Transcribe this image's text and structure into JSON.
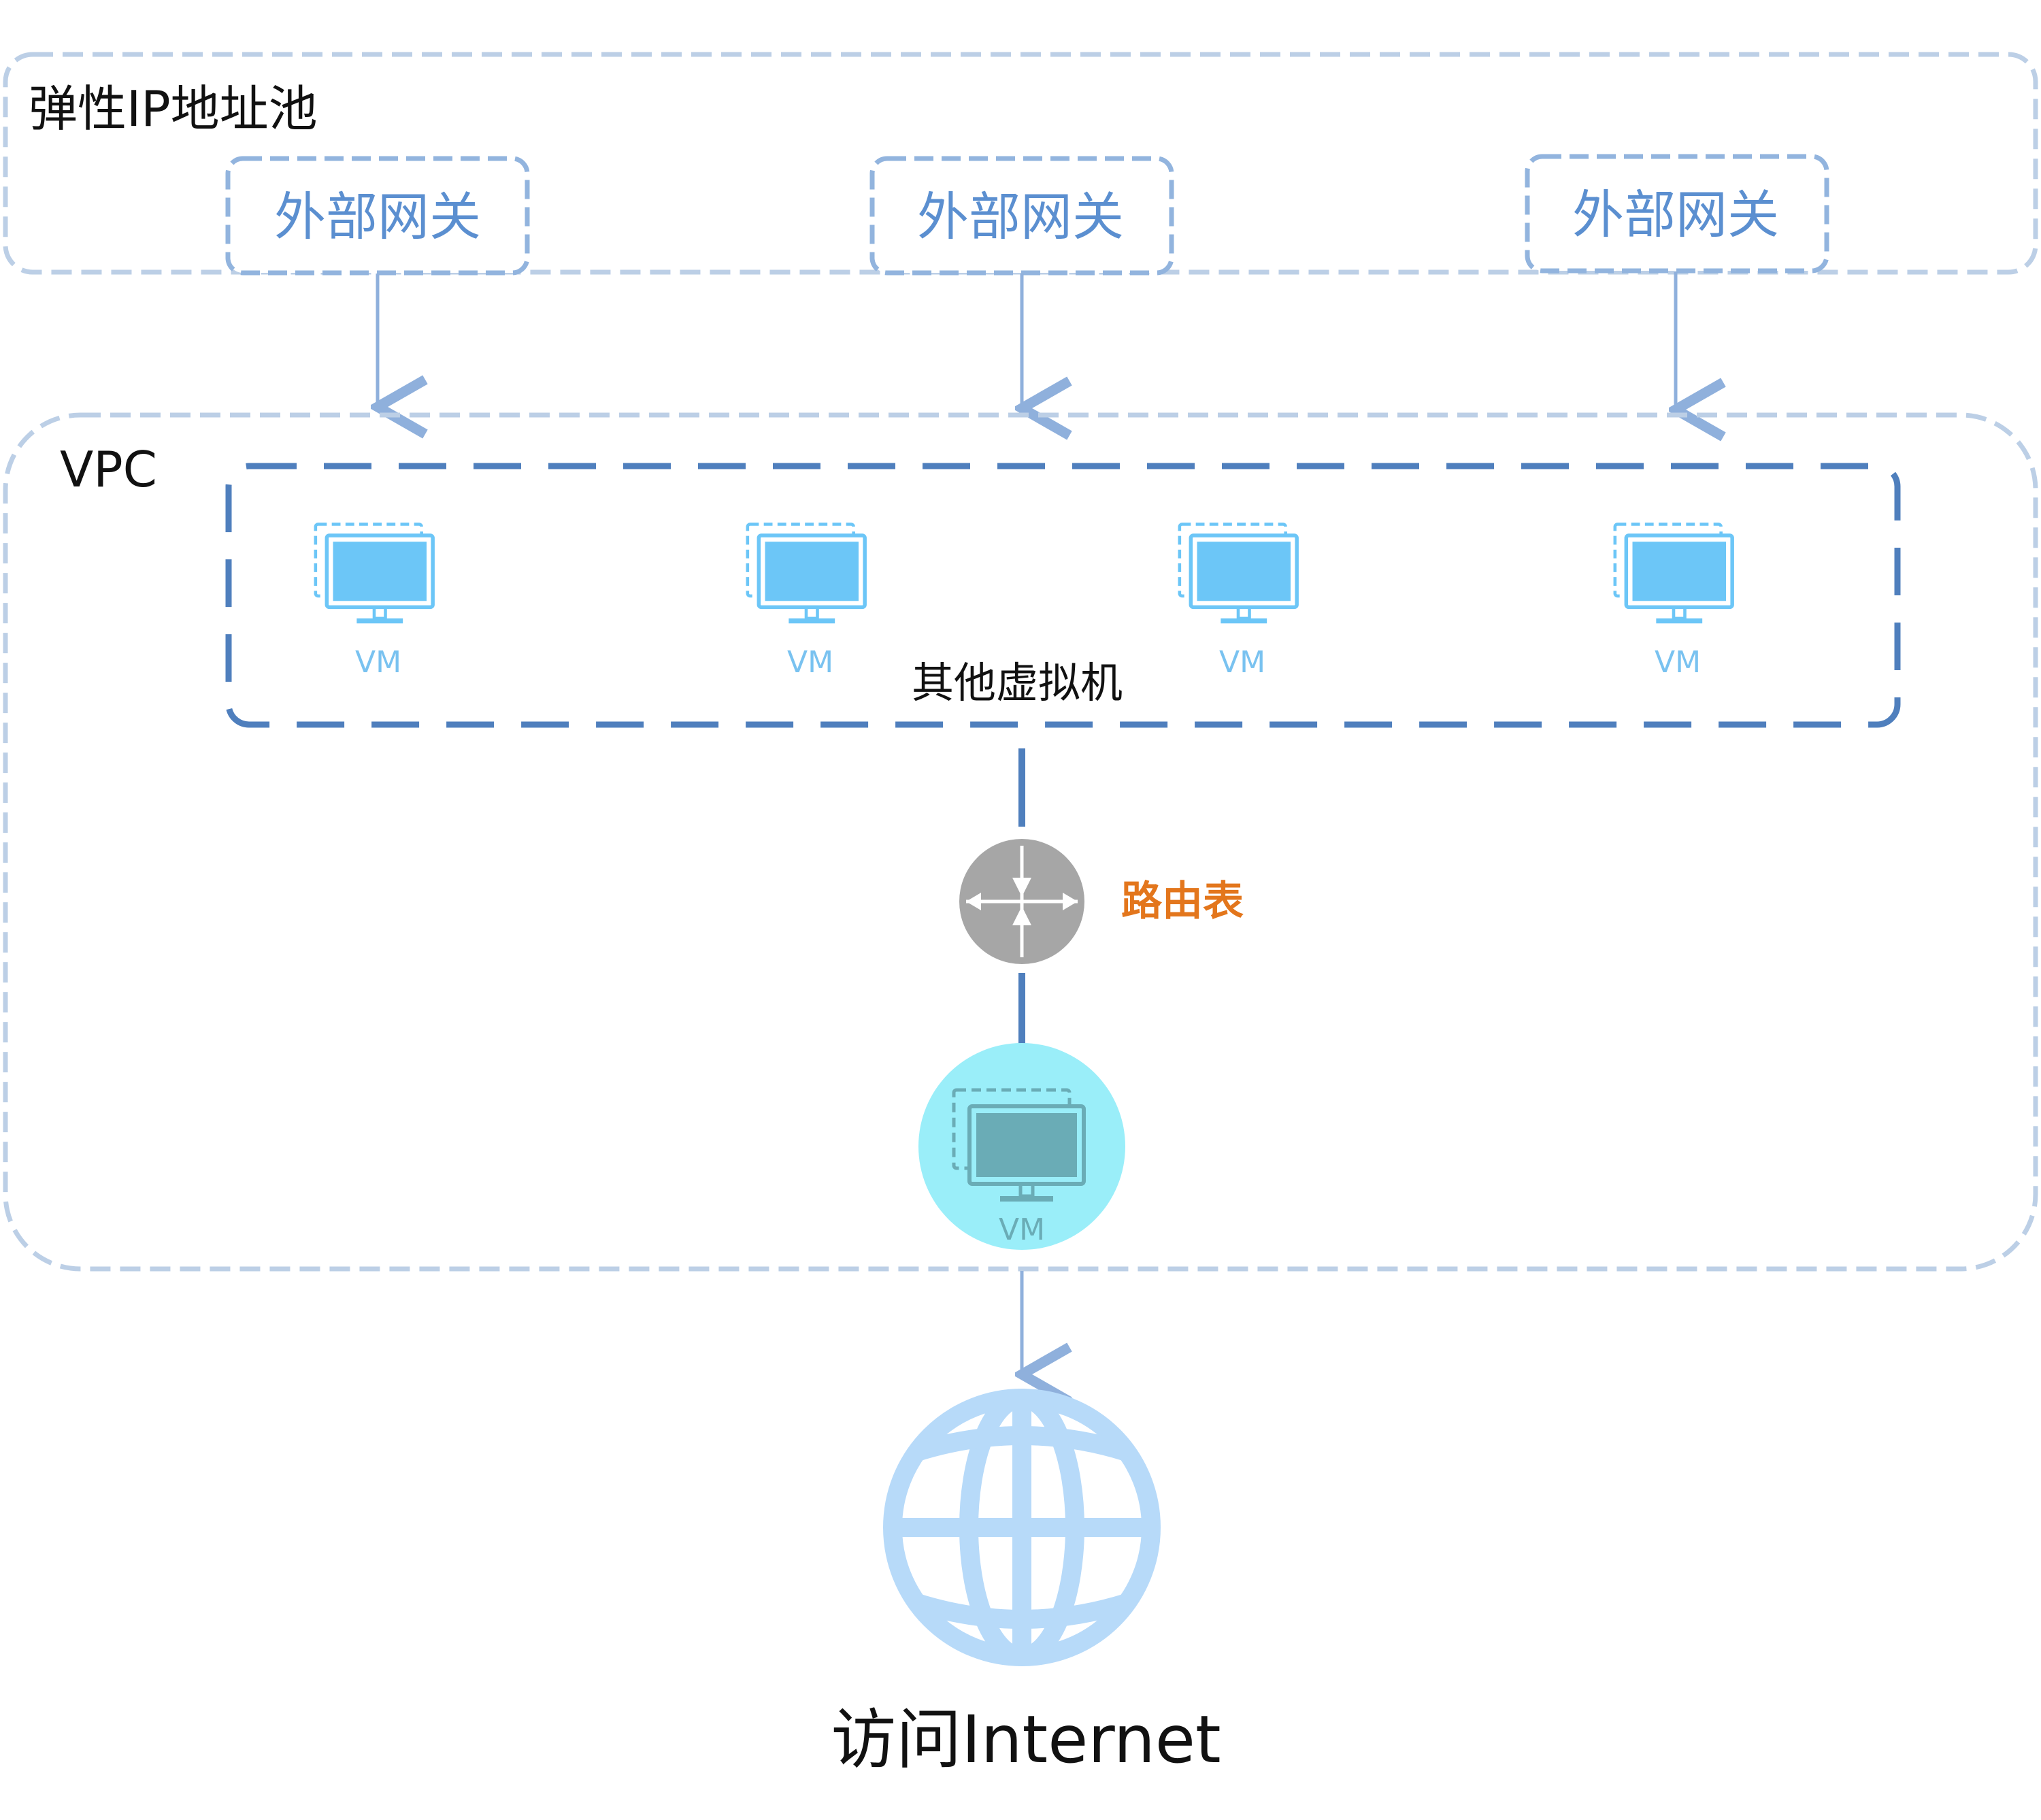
{
  "pool": {
    "label": "弹性IP地址池"
  },
  "gateways": [
    {
      "label": "外部网关"
    },
    {
      "label": "外部网关"
    },
    {
      "label": "外部网关"
    }
  ],
  "vpc": {
    "label": "VPC"
  },
  "vm_group": {
    "label": "其他虚拟机",
    "vms": [
      {
        "label": "VM"
      },
      {
        "label": "VM"
      },
      {
        "label": "VM"
      },
      {
        "label": "VM"
      }
    ]
  },
  "router": {
    "label": "路由表",
    "icon": "router-icon"
  },
  "main_vm": {
    "label": "VM"
  },
  "internet": {
    "label": "访问Internet",
    "icon": "globe-icon"
  },
  "colors": {
    "light_dash": "#bccfe6",
    "gateway_dash": "#92b4de",
    "group_dash": "#4f7fbd",
    "arrow": "#8fb0dc",
    "gateway_text": "#5b8fd0",
    "vm_screen": "#6cc6f7",
    "vm_text": "#79c2f0",
    "router_bg": "#a6a6a6",
    "router_label": "#e3761c",
    "main_vm_bg": "#9aeef9",
    "main_vm_screen": "#6aacb6",
    "globe": "#b7daf9"
  }
}
